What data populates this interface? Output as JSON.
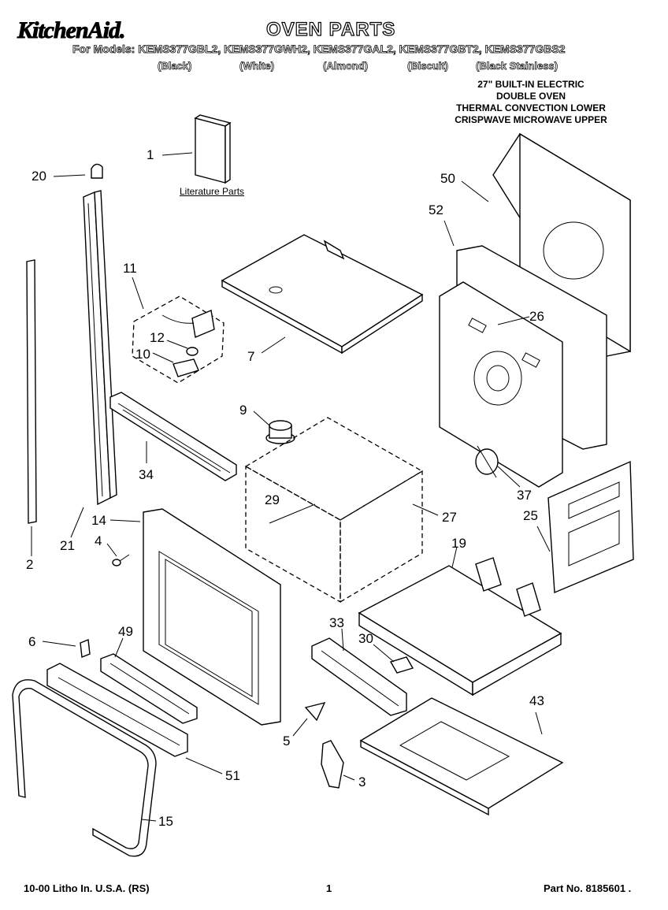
{
  "header": {
    "brand": "KitchenAid.",
    "title": "OVEN PARTS",
    "models_line": "For Models: KEMS377GBL2, KEMS377GWH2, KEMS377GAL2, KEMS377GBT2, KEMS377GBS2",
    "colors": [
      "(Black)",
      "(White)",
      "(Almond)",
      "(Biscuit)",
      "(Black Stainless)"
    ]
  },
  "description": [
    "27\" BUILT-IN ELECTRIC",
    "DOUBLE OVEN",
    "THERMAL CONVECTION LOWER",
    "CRISPWAVE MICROWAVE UPPER"
  ],
  "literature_label": "Literature Parts",
  "callouts": [
    "1",
    "20",
    "2",
    "21",
    "11",
    "12",
    "10",
    "7",
    "50",
    "52",
    "26",
    "9",
    "34",
    "29",
    "27",
    "37",
    "25",
    "14",
    "4",
    "19",
    "6",
    "49",
    "33",
    "30",
    "43",
    "5",
    "3",
    "51",
    "15"
  ],
  "footer": {
    "litho": "10-00 Litho In. U.S.A. (RS)",
    "page": "1",
    "part_no": "Part No. 8185601 ."
  }
}
